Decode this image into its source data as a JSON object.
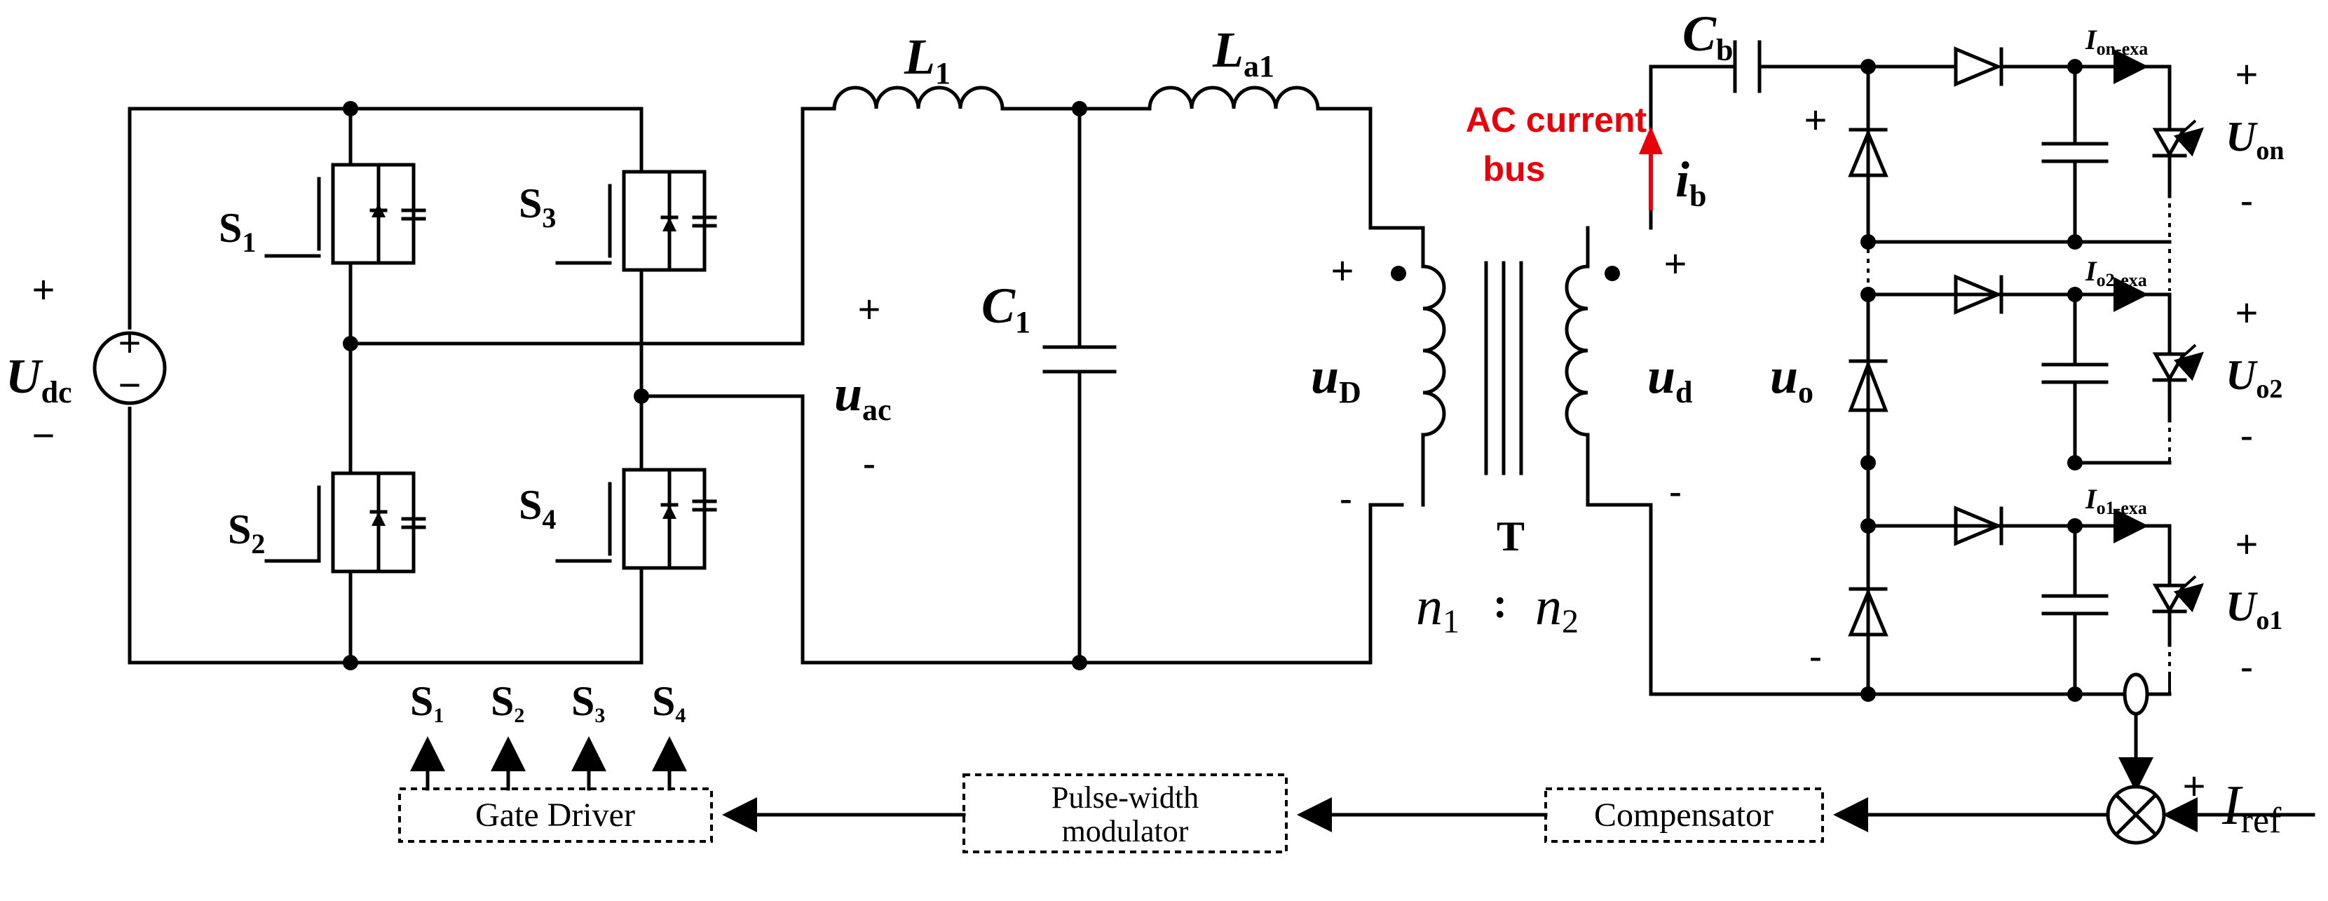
{
  "source": {
    "plus": "+",
    "minus": "−",
    "label_main": "U",
    "label_sub": "dc"
  },
  "switches": [
    {
      "main": "S",
      "sub": "1"
    },
    {
      "main": "S",
      "sub": "2"
    },
    {
      "main": "S",
      "sub": "3"
    },
    {
      "main": "S",
      "sub": "4"
    }
  ],
  "uac": {
    "plus": "+",
    "minus": "-",
    "main": "u",
    "sub": "ac"
  },
  "L1": {
    "main": "L",
    "sub": "1"
  },
  "La1": {
    "main": "L",
    "sub": "a1"
  },
  "C1": {
    "main": "C",
    "sub": "1"
  },
  "uD": {
    "plus": "+",
    "minus": "-",
    "main": "u",
    "sub": "D"
  },
  "transformer": {
    "label": "T",
    "n1_main": "n",
    "n1_sub": "1",
    "colon": ":",
    "n2_main": "n",
    "n2_sub": "2"
  },
  "ud": {
    "plus": "+",
    "minus": "-",
    "main": "u",
    "sub": "d"
  },
  "Cb": {
    "main": "C",
    "sub": "b"
  },
  "ac_bus": {
    "line1": "AC current",
    "line2": "bus",
    "color": "#e8000b"
  },
  "ib": {
    "main": "i",
    "sub": "b"
  },
  "uo": {
    "plus": "+",
    "minus": "-",
    "main": "u",
    "sub": "o"
  },
  "outputs": [
    {
      "current_main": "I",
      "current_sub": "on-exa",
      "volt_main": "U",
      "volt_sub": "on",
      "plus": "+",
      "minus": "-"
    },
    {
      "current_main": "I",
      "current_sub": "o2-exa",
      "volt_main": "U",
      "volt_sub": "o2",
      "plus": "+",
      "minus": "-"
    },
    {
      "current_main": "I",
      "current_sub": "o1-exa",
      "volt_main": "U",
      "volt_sub": "o1",
      "plus": "+",
      "minus": "-"
    }
  ],
  "control": {
    "gate_driver": "Gate Driver",
    "pwm_line1": "Pulse-width",
    "pwm_line2": "modulator",
    "compensator": "Compensator",
    "iref_plus": "+",
    "iref_main": "I",
    "iref_sub": "ref",
    "gate_labels": [
      {
        "main": "S",
        "sub": "1"
      },
      {
        "main": "S",
        "sub": "2"
      },
      {
        "main": "S",
        "sub": "3"
      },
      {
        "main": "S",
        "sub": "4"
      }
    ]
  }
}
